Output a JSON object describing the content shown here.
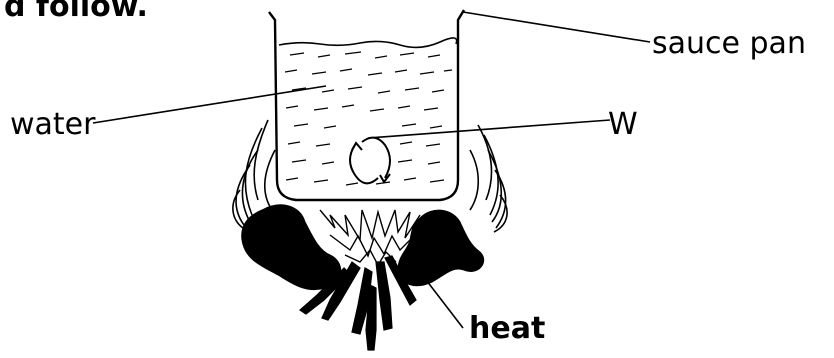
{
  "heading": "d follow.",
  "labels": {
    "saucepan": "sauce pan",
    "water": "water",
    "w": "W",
    "heat": "heat"
  },
  "colors": {
    "ink": "#000000",
    "background": "#ffffff"
  }
}
